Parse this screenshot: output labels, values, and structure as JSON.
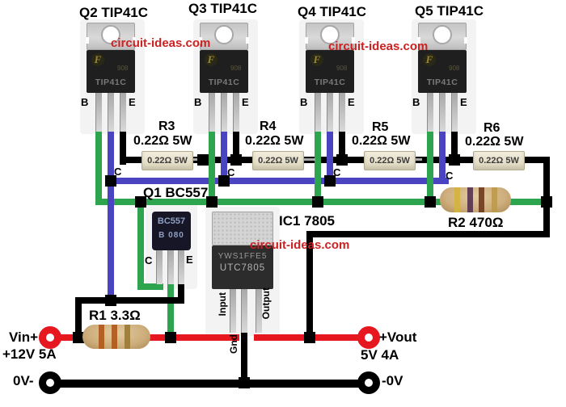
{
  "colors": {
    "wire_green": "#2fa44e",
    "wire_blue": "#4a43c2",
    "wire_red": "#e6171e",
    "wire_black": "#000000",
    "watermark_red": "#cc2121"
  },
  "watermark": {
    "text": "circuit-ideas.com"
  },
  "transistors": {
    "pin_left": "B",
    "pin_right": "E",
    "pin_collector": "C",
    "part_marking": "TIP41C",
    "date_code": "908",
    "logo_letter": "F",
    "q2": {
      "label": "Q2 TIP41C"
    },
    "q3": {
      "label": "Q3 TIP41C"
    },
    "q4": {
      "label": "Q4 TIP41C"
    },
    "q5": {
      "label": "Q5 TIP41C"
    }
  },
  "power_resistors": {
    "block_marking": "0.22Ω 5W",
    "r3": {
      "name": "R3",
      "rating": "0.22Ω 5W"
    },
    "r4": {
      "name": "R4",
      "rating": "0.22Ω 5W"
    },
    "r5": {
      "name": "R5",
      "rating": "0.22Ω 5W"
    },
    "r6": {
      "name": "R6",
      "rating": "0.22Ω 5W"
    }
  },
  "q1": {
    "label": "Q1 BC557",
    "marking_line1": "BC557",
    "marking_line2": "B 080",
    "pin_c": "C",
    "pin_e": "E"
  },
  "ic1": {
    "label": "IC1 7805",
    "marking_line1": "YWS1FFE5",
    "marking_line2": "UTC7805",
    "pin_input": "Input",
    "pin_gnd": "Gnd",
    "pin_output": "Output"
  },
  "r1": {
    "label": "R1 3.3Ω"
  },
  "r2": {
    "label": "R2 470Ω"
  },
  "terminals": {
    "vin": {
      "label": "Vin+",
      "rating": "+12V 5A"
    },
    "zero_in": {
      "label": "0V-"
    },
    "vout": {
      "label": "+Vout",
      "rating": "5V 4A"
    },
    "zero_out": {
      "label": "-0V"
    }
  }
}
